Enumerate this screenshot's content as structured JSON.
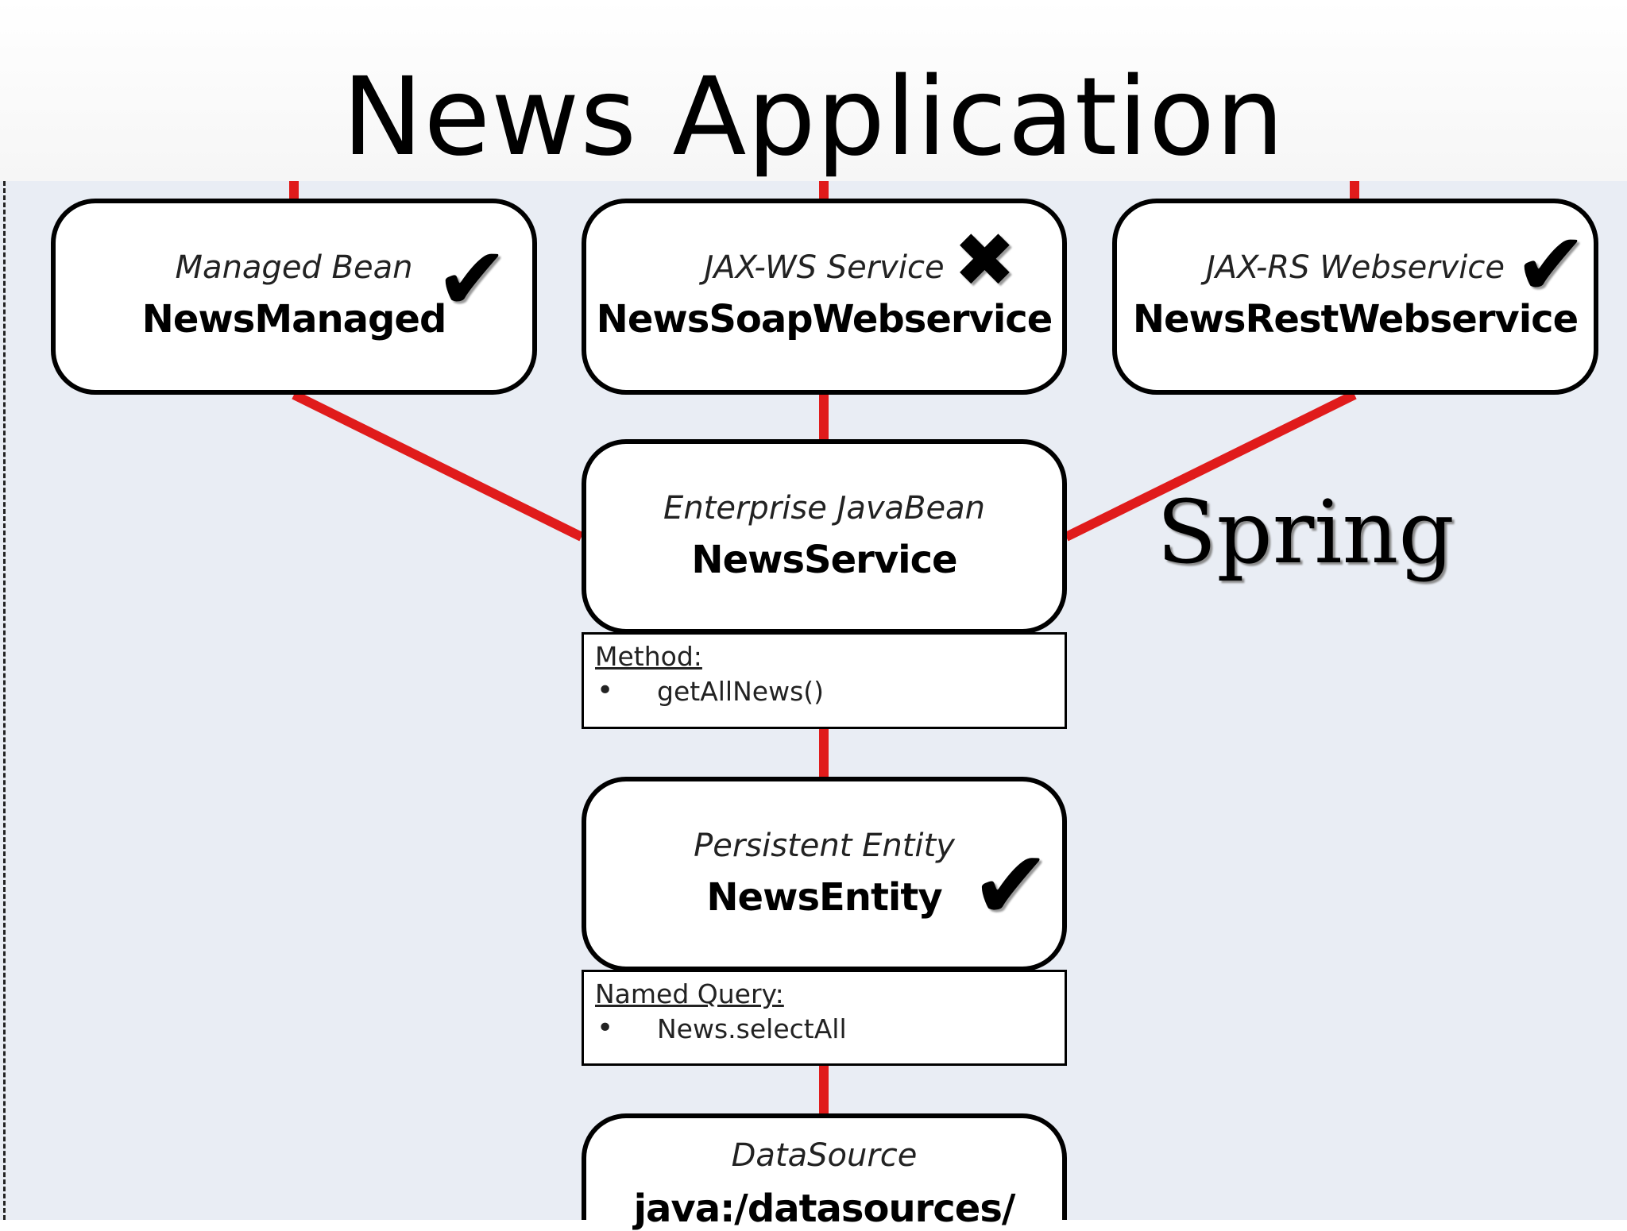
{
  "slide": {
    "title": "News Application",
    "framework_label": "Spring"
  },
  "nodes": {
    "managed_bean": {
      "kind": "Managed Bean",
      "name": "NewsManaged",
      "status": "check"
    },
    "jaxws": {
      "kind": "JAX-WS Service",
      "name": "NewsSoapWebservice",
      "status": "cross"
    },
    "jaxrs": {
      "kind": "JAX-RS Webservice",
      "name": "NewsRestWebservice",
      "status": "check"
    },
    "ejb": {
      "kind": "Enterprise JavaBean",
      "name": "NewsService"
    },
    "entity": {
      "kind": "Persistent Entity",
      "name": "NewsEntity",
      "status": "check"
    },
    "datasource": {
      "kind": "DataSource",
      "name": "java:/datasources/"
    }
  },
  "info_boxes": {
    "method": {
      "heading": "Method:",
      "bullet": "•",
      "item": "getAllNews()"
    },
    "named_query": {
      "heading": "Named Query:",
      "bullet": "•",
      "item": "News.selectAll"
    }
  },
  "marks": {
    "check": "✔",
    "cross": "✖"
  },
  "colors": {
    "connector": "#e01b1b",
    "canvas": "#e9edf4",
    "node_border": "#000000"
  }
}
